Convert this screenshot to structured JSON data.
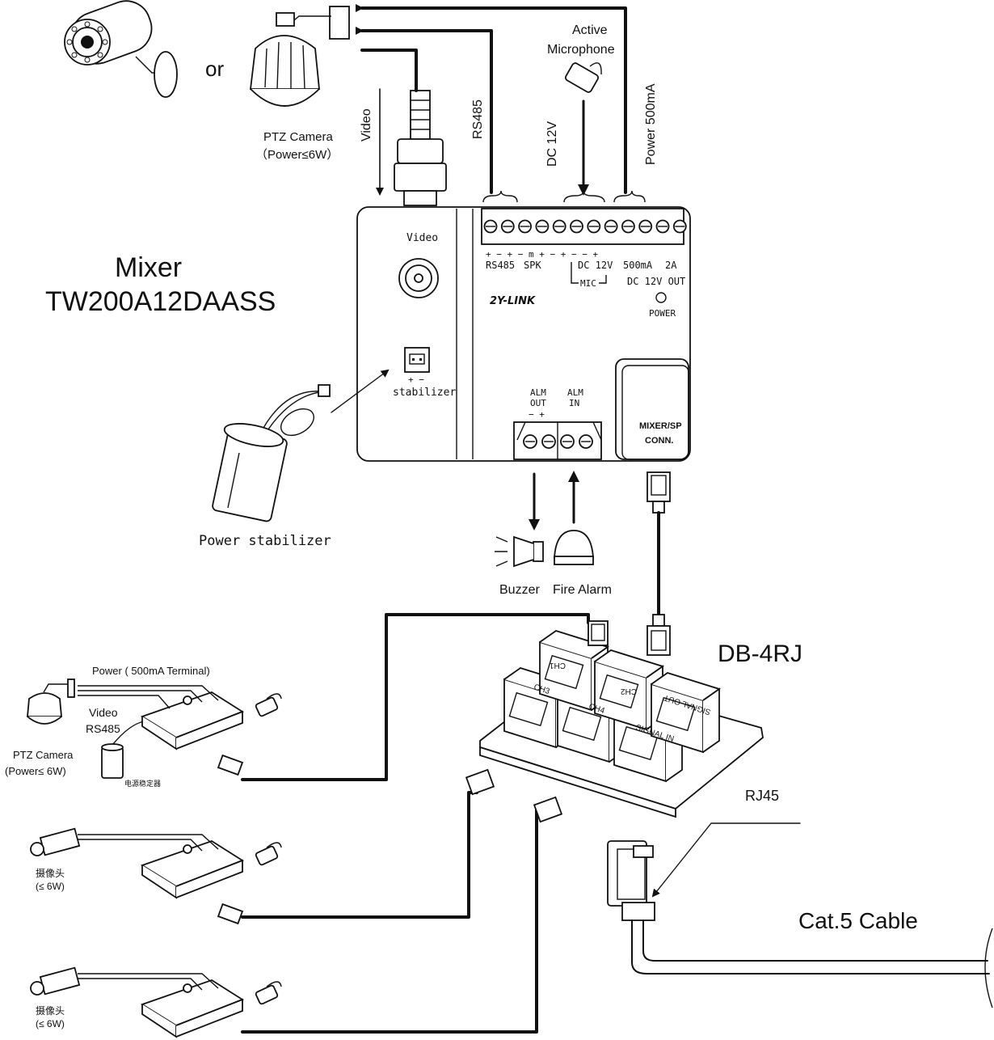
{
  "top": {
    "or_label": "or",
    "ptz_camera": "PTZ Camera",
    "ptz_power": "（Power≤6W）",
    "video": "Video",
    "rs485": "RS485",
    "dc12v": "DC 12V",
    "active_mic_1": "Active",
    "active_mic_2": "Microphone",
    "power_500ma": "Power 500mA"
  },
  "mixer": {
    "title_1": "Mixer",
    "title_2": "TW200A12DAASS",
    "video_port": "Video",
    "stabilizer_port": "stabilizer",
    "stab_pol": "+  −",
    "term_pol": "+  −  +  −    m  +  −  +  −  −  +",
    "rs485": "RS485",
    "spk": "SPK",
    "dc12v": "DC 12V",
    "mic": "MIC",
    "ma500": "500mA",
    "a2": "2A",
    "dc12v_out": "DC 12V OUT",
    "power": "POWER",
    "brand": "2Y-LINK",
    "alm_out_1": "ALM",
    "alm_out_2": "OUT",
    "alm_out_pol": "−  +",
    "alm_in_1": "ALM",
    "alm_in_2": "IN",
    "conn_1": "MIXER/SP",
    "conn_2": "CONN."
  },
  "stabilizer": {
    "label": "Power stabilizer"
  },
  "alarms": {
    "buzzer": "Buzzer",
    "fire": "Fire Alarm"
  },
  "hub": {
    "title": "DB-4RJ",
    "ch1": "CH1",
    "ch2": "CH2",
    "ch3": "CH3",
    "ch4": "CH4",
    "signal_in": "SIGNAL IN",
    "signal_out": "SIGNAL OUT"
  },
  "cable": {
    "rj45": "RJ45",
    "cat5": "Cat.5 Cable"
  },
  "bottom1": {
    "power": "Power ( 500mA Terminal)",
    "video": "Video",
    "rs485": "RS485",
    "ptz_1": "PTZ Camera",
    "ptz_2": "(Power≤ 6W)",
    "stab_cn": "电源稳定器"
  },
  "bottom2": {
    "cam_cn": "摄像头",
    "cam_pw": "(≤ 6W)"
  },
  "bottom3": {
    "cam_cn": "摄像头",
    "cam_pw": "(≤ 6W)"
  }
}
